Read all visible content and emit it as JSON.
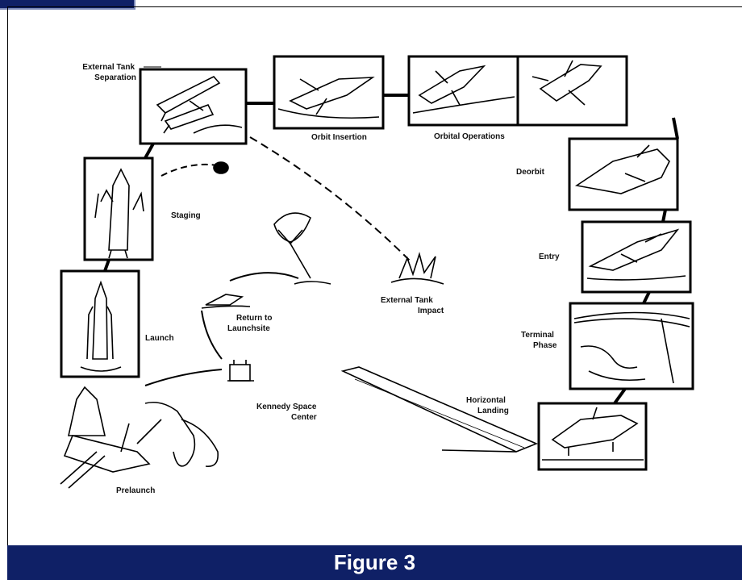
{
  "caption": "Figure 3",
  "labels": {
    "external_tank_separation_1": "External Tank",
    "external_tank_separation_2": "Separation",
    "orbit_insertion": "Orbit Insertion",
    "orbital_operations": "Orbital Operations",
    "deorbit": "Deorbit",
    "entry": "Entry",
    "terminal_phase_1": "Terminal",
    "terminal_phase_2": "Phase",
    "horizontal_landing_1": "Horizontal",
    "horizontal_landing_2": "Landing",
    "staging": "Staging",
    "launch": "Launch",
    "prelaunch": "Prelaunch",
    "external_tank_impact_1": "External Tank",
    "external_tank_impact_2": "Impact",
    "return_to_launchsite_1": "Return to",
    "return_to_launchsite_2": "Launchsite",
    "kennedy_space_center_1": "Kennedy Space",
    "kennedy_space_center_2": "Center"
  }
}
